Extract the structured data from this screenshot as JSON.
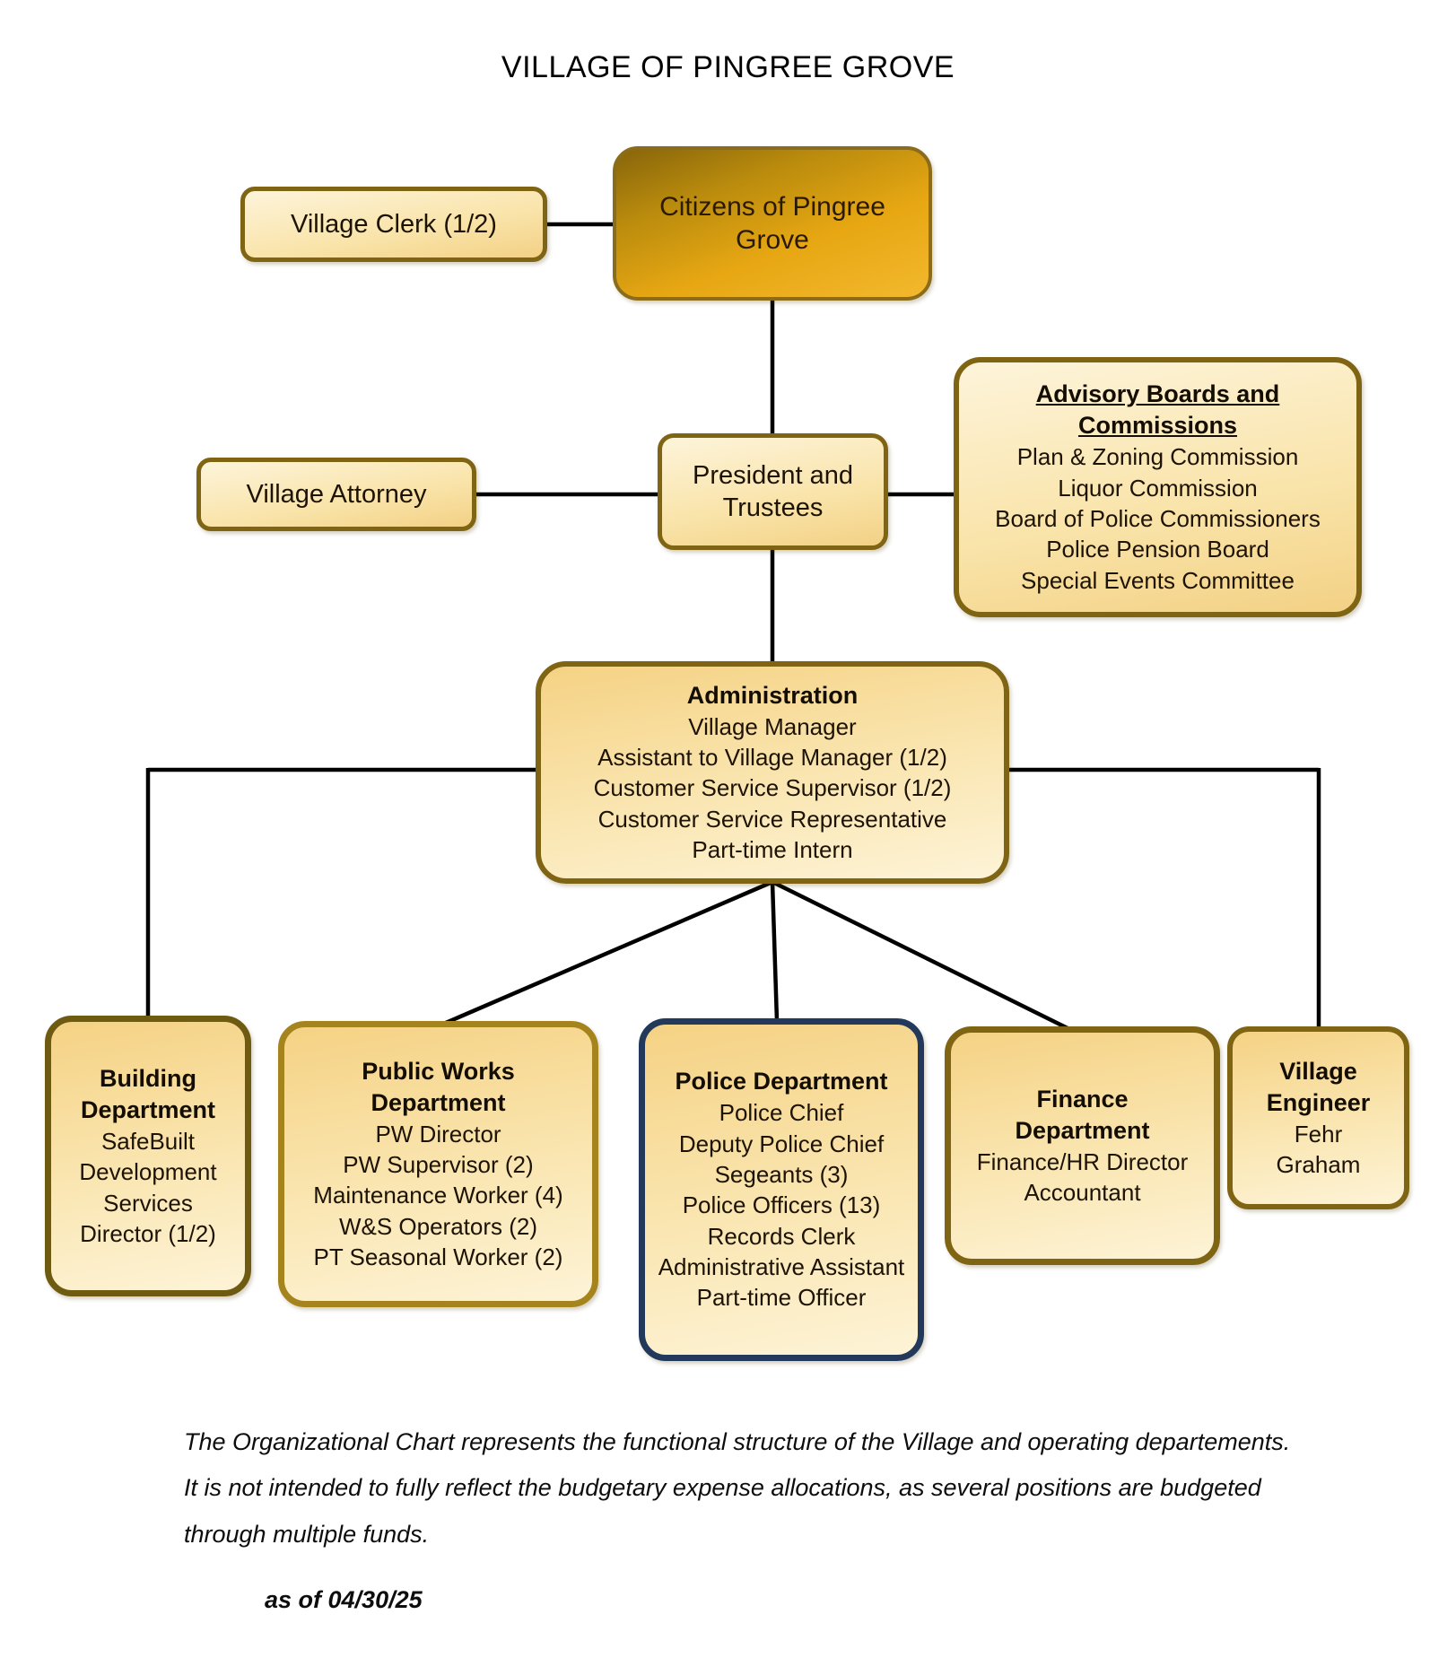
{
  "title": "VILLAGE OF PINGREE GROVE",
  "chart": {
    "village_clerk": {
      "label": "Village Clerk (1/2)"
    },
    "citizens": {
      "label": "Citizens of Pingree Grove"
    },
    "village_attorney": {
      "label": "Village Attorney"
    },
    "president_trustees": {
      "label": "President and Trustees"
    },
    "advisory": {
      "title": "Advisory Boards and Commissions",
      "members": [
        "Plan & Zoning Commission",
        "Liquor Commission",
        "Board of Police Commissioners",
        "Police Pension Board",
        "Special Events Committee"
      ]
    },
    "administration": {
      "title": "Administration",
      "members": [
        "Village Manager",
        "Assistant to Village Manager (1/2)",
        "Customer Service Supervisor (1/2)",
        "Customer Service Representative",
        "Part-time Intern"
      ]
    },
    "building": {
      "title": "Building Department",
      "members": [
        "SafeBuilt Development Services Director (1/2)"
      ]
    },
    "public_works": {
      "title": "Public Works Department",
      "members": [
        "PW Director",
        "PW Supervisor (2)",
        "Maintenance Worker (4)",
        "W&S Operators (2)",
        "PT Seasonal Worker (2)"
      ]
    },
    "police": {
      "title": "Police Department",
      "members": [
        "Police Chief",
        "Deputy Police Chief",
        "Segeants (3)",
        "Police Officers (13)",
        "Records Clerk",
        "Administrative Assistant",
        "Part-time Officer"
      ]
    },
    "finance": {
      "title": "Finance Department",
      "members": [
        "Finance/HR Director",
        "Accountant"
      ]
    },
    "village_engineer": {
      "title": "Village Engineer",
      "members": [
        "Fehr Graham"
      ]
    }
  },
  "footer": {
    "lines": [
      "The Organizational Chart represents the functional structure of the Village and operating departements.",
      "It is not intended to fully reflect  the budgetary expense allocations, as several positions are budgeted",
      "through multiple funds."
    ],
    "as_of": "as of 04/30/25"
  },
  "colors": {
    "gold_border": "#7f6414",
    "police_border": "#22395c",
    "citizens_fill_dark": "#87650a",
    "citizens_fill_light": "#f3b82e",
    "box_fill_light": "#fdf3d6",
    "box_fill_gold": "#f4d185",
    "connector": "#000000"
  }
}
